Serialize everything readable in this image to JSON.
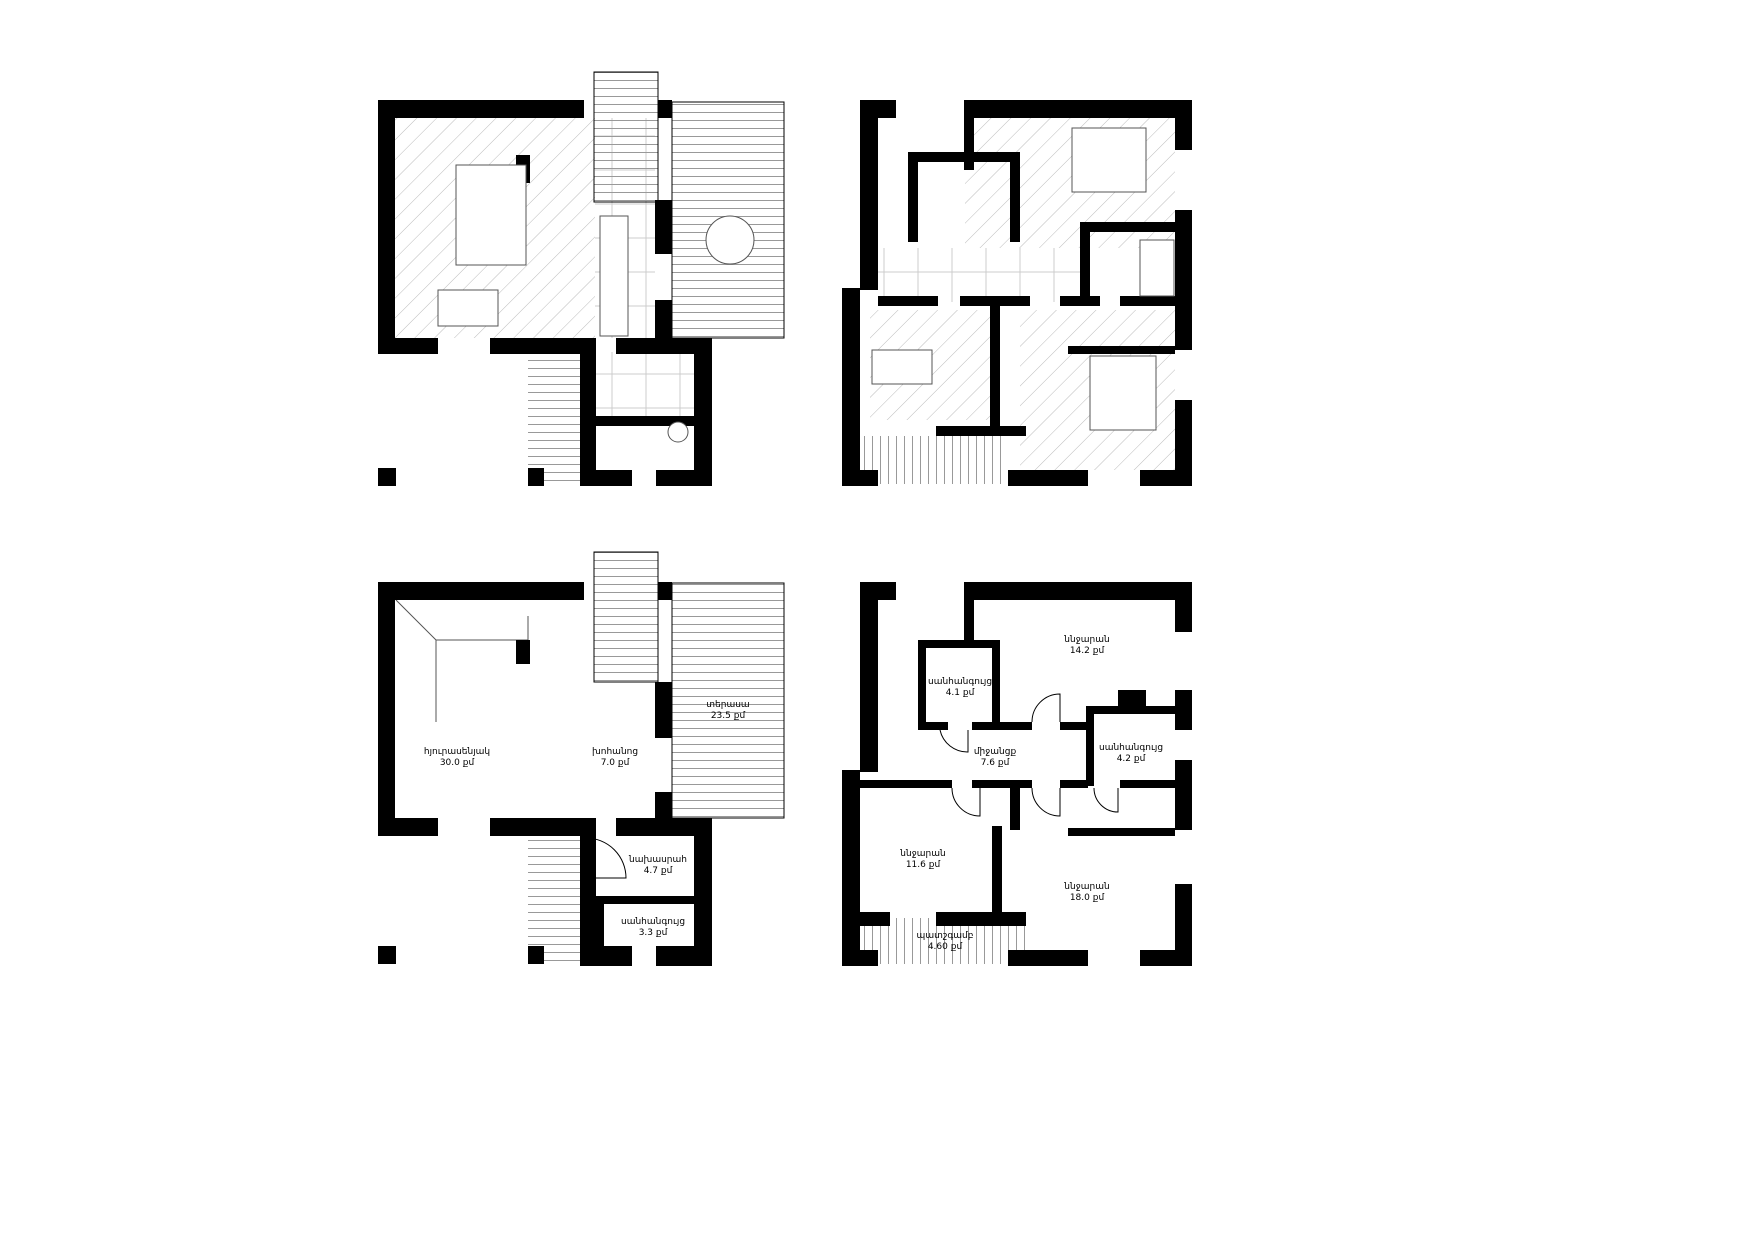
{
  "colors": {
    "wall": "#000000",
    "hatch": "#bbbbbb",
    "background": "#ffffff"
  },
  "ground_floor_labeled": {
    "rooms": [
      {
        "name": "հյուրասենյակ",
        "area": "30.0 քմ"
      },
      {
        "name": "խոհանոց",
        "area": "7.0 քմ"
      },
      {
        "name": "տերասա",
        "area": "23.5 քմ"
      },
      {
        "name": "նախասրահ",
        "area": "4.7 քմ"
      },
      {
        "name": "սանհանգույց",
        "area": "3.3 քմ"
      }
    ]
  },
  "upper_floor_labeled": {
    "rooms": [
      {
        "name": "ննջարան",
        "area": "14.2 քմ"
      },
      {
        "name": "սանհանգույց",
        "area": "4.1 քմ"
      },
      {
        "name": "միջանցք",
        "area": "7.6 քմ"
      },
      {
        "name": "սանհանգույց",
        "area": "4.2 քմ"
      },
      {
        "name": "ննջարան",
        "area": "11.6 քմ"
      },
      {
        "name": "ննջարան",
        "area": "18.0 քմ"
      },
      {
        "name": "պատշգամբ",
        "area": "4.60 քմ"
      }
    ]
  }
}
